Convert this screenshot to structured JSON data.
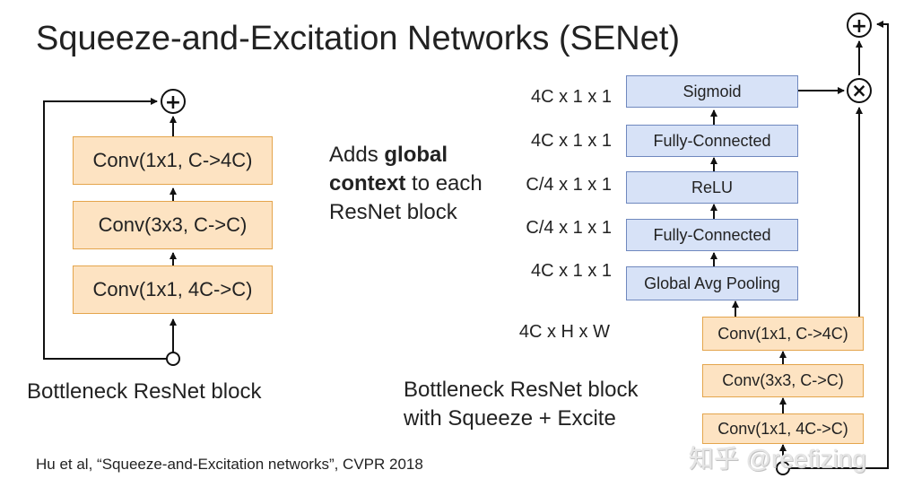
{
  "title": "Squeeze-and-Excitation Networks (SENet)",
  "left_block": {
    "boxes": [
      "Conv(1x1, C->4C)",
      "Conv(3x3, C->C)",
      "Conv(1x1, 4C->C)"
    ],
    "caption": "Bottleneck ResNet block"
  },
  "middle_text": {
    "line1_plain": "Adds ",
    "line1_bold": "global",
    "line2_bold": "context",
    "line2_plain": " to each",
    "line3": "ResNet block"
  },
  "right_block": {
    "se_boxes": [
      "Sigmoid",
      "Fully-Connected",
      "ReLU",
      "Fully-Connected",
      "Global Avg Pooling"
    ],
    "dims": [
      "4C x 1 x 1",
      "4C x 1 x 1",
      "C/4 x 1 x 1",
      "C/4 x 1 x 1",
      "4C x 1 x 1",
      "4C x H x W"
    ],
    "conv_boxes": [
      "Conv(1x1, C->4C)",
      "Conv(3x3, C->C)",
      "Conv(1x1, 4C->C)"
    ],
    "caption_line1": "Bottleneck ResNet block",
    "caption_line2": "with Squeeze + Excite"
  },
  "symbols": {
    "plus": "+",
    "times": "×"
  },
  "citation": "Hu et al, “Squeeze-and-Excitation networks”, CVPR 2018",
  "watermark": "知乎 @reefizing",
  "colors": {
    "orange_fill": "#fde3c2",
    "orange_border": "#e4a54c",
    "blue_fill": "#d7e2f7",
    "blue_border": "#6f88be"
  }
}
